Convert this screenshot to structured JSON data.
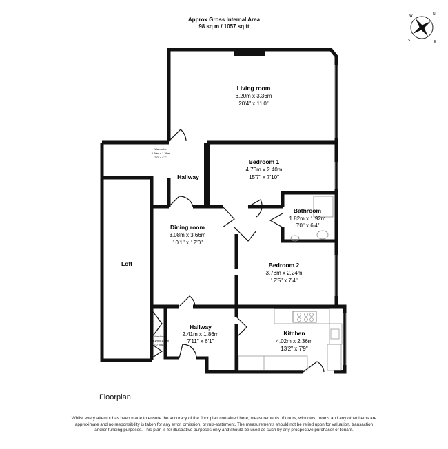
{
  "header": {
    "title": "Approx Gross Internal Area",
    "area": "98 sq m / 1057 sq ft"
  },
  "compass": {
    "icon": "compass-rose-icon",
    "letters": [
      "N",
      "E",
      "S",
      "W"
    ]
  },
  "rooms": [
    {
      "name": "Living room",
      "metric": "6.20m x 3.36m",
      "imperial": "20'4\" x 11'0\""
    },
    {
      "name": "Bedroom 1",
      "metric": "4.76m x 2.40m",
      "imperial": "15'7\" x 7'10\""
    },
    {
      "name": "Hallway",
      "metric": "",
      "imperial": ""
    },
    {
      "name": "Bathroom",
      "metric": "1.82m x 1.92m",
      "imperial": "6'0\" x 6'4\""
    },
    {
      "name": "Dining room",
      "metric": "3.08m x 3.66m",
      "imperial": "10'1\" x 12'0\""
    },
    {
      "name": "Bedroom 2",
      "metric": "3.78m x 2.24m",
      "imperial": "12'5\" x 7'4\""
    },
    {
      "name": "Loft",
      "metric": "",
      "imperial": ""
    },
    {
      "name": "Hallway",
      "metric": "2.41m x 1.86m",
      "imperial": "7'11\" x 6'1\""
    },
    {
      "name": "Kitchen",
      "metric": "4.02m x 2.36m",
      "imperial": "13'2\" x 7'9\""
    },
    {
      "name": "Wardrobe",
      "metric": "0.60m x 1.39m",
      "imperial": "2'0\" x 4'7\""
    },
    {
      "name": "Wardrobe",
      "metric": "0.61m x 1.88m",
      "imperial": "2'0\" x 6'2\""
    }
  ],
  "floor_label": "Floorplan",
  "disclaimer": "Whilst every attempt has been made to ensure the accuracy of the floor plan contained here, measurements of doors, windows, rooms and any other items are approximate and no responsibility is taken for any error, omission, or mis-statement. The measurements should not be relied upon for valuation, transaction and/or funding purposes. This plan is for illustrative purposes only and should be used as such by any prospective purchaser or tenant."
}
